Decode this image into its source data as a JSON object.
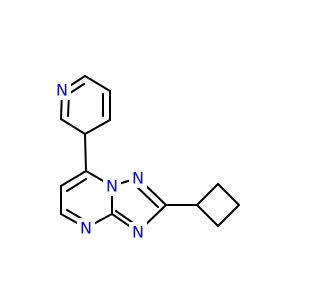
{
  "structure": {
    "atoms": [
      {
        "id": "n_pyridine",
        "symbol": "N",
        "color": "#0000ff"
      },
      {
        "id": "n_bridge",
        "symbol": "N",
        "color": "#0000ff"
      },
      {
        "id": "n_triazole_2",
        "symbol": "N",
        "color": "#0000ff"
      },
      {
        "id": "n_triazole_4",
        "symbol": "N",
        "color": "#0000ff"
      },
      {
        "id": "n_pyrimidine",
        "symbol": "N",
        "color": "#0000ff"
      }
    ],
    "bond_color": "#000000",
    "background": "#ffffff"
  }
}
